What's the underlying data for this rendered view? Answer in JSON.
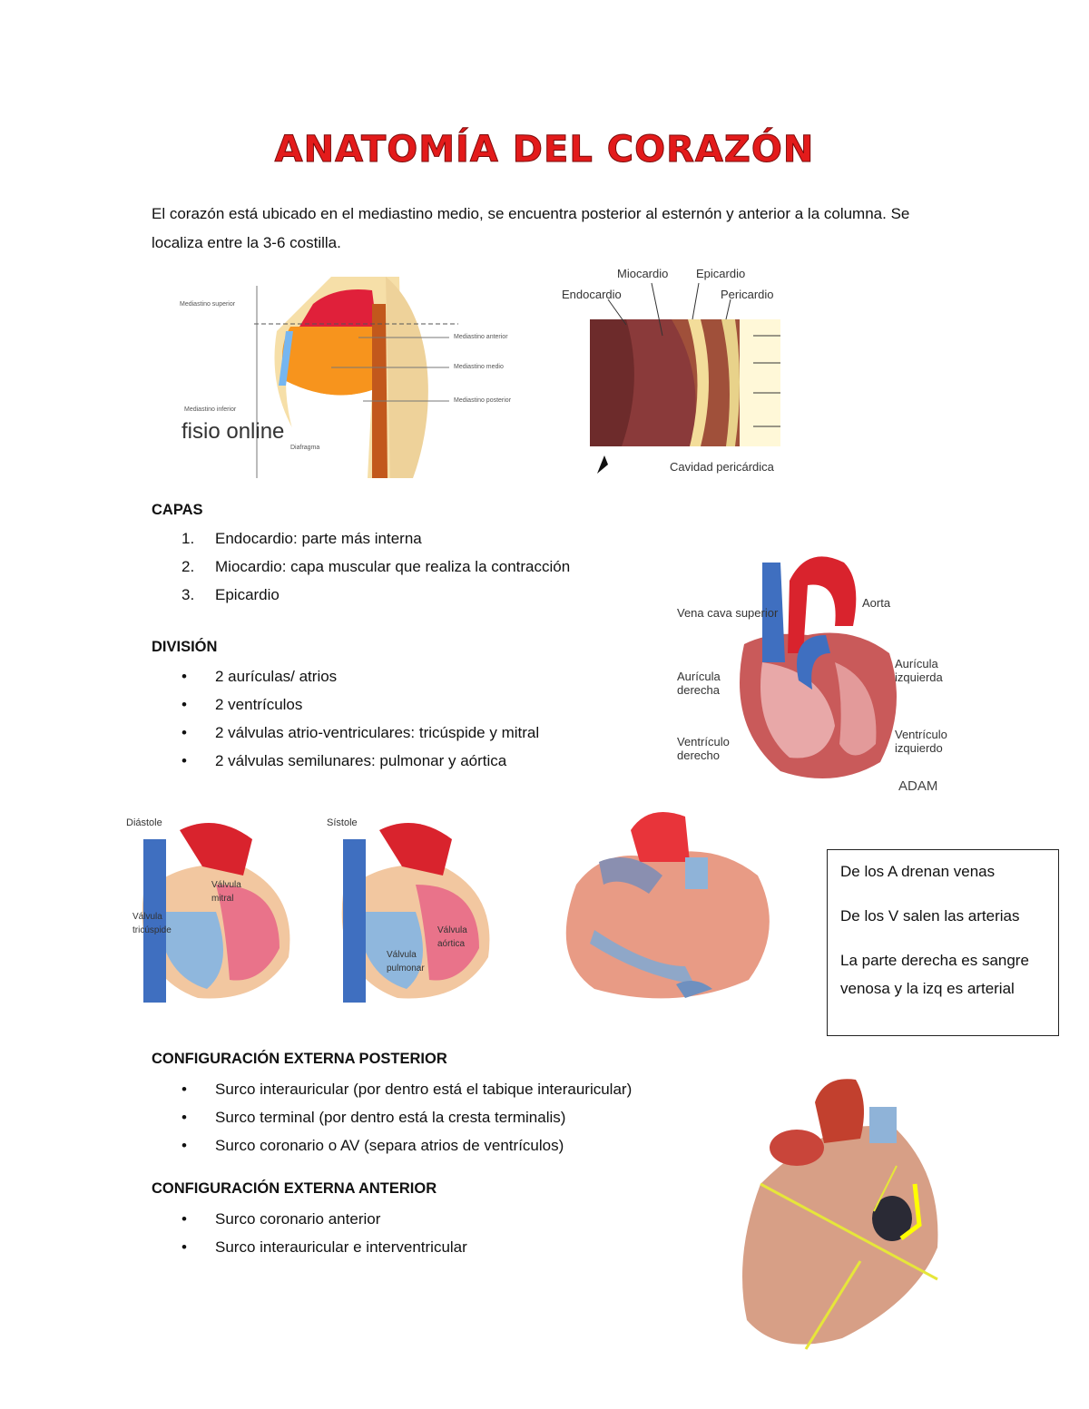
{
  "title": "ANATOMÍA DEL CORAZÓN",
  "intro": "El corazón está ubicado en el mediastino medio, se encuentra posterior al esternón y anterior a la columna.  Se localiza entre la 3-6 costilla.",
  "figure_mediastino": {
    "labels": [
      "Mediastino superior",
      "Mediastino inferior",
      "Mediastino anterior",
      "Mediastino medio",
      "Mediastino posterior",
      "Diafragma"
    ],
    "logo": "fisio online"
  },
  "figure_capas": {
    "labels": [
      "Miocardio",
      "Epicardio",
      "Endocardio",
      "Pericardio",
      "Cavidad pericárdica"
    ]
  },
  "capas": {
    "heading": "CAPAS",
    "items": [
      {
        "marker": "1.",
        "text": "Endocardio: parte más interna"
      },
      {
        "marker": "2.",
        "text": "Miocardio: capa muscular que realiza la contracción"
      },
      {
        "marker": "3.",
        "text": "Epicardio"
      }
    ]
  },
  "division": {
    "heading": "DIVISIÓN",
    "items": [
      "2 aurículas/ atrios",
      "2 ventrículos",
      "2 válvulas atrio-ventriculares: tricúspide y mitral",
      "2 válvulas semilunares: pulmonar y aórtica"
    ]
  },
  "figure_adam": {
    "labels": [
      "Vena cava superior",
      "Aorta",
      "Aurícula derecha",
      "Aurícula izquierda",
      "Ventrículo derecho",
      "Ventrículo izquierdo"
    ],
    "logo": "ADAM"
  },
  "figure_ciclo": {
    "diastole": {
      "title": "Diástole",
      "labels": [
        "Válvula mitral",
        "Válvula tricúspide"
      ]
    },
    "sistole": {
      "title": "Sístole",
      "labels": [
        "Válvula aórtica",
        "Válvula pulmonar"
      ]
    }
  },
  "note_box": {
    "lines": [
      "De los A drenan venas",
      "De los V salen las arterias",
      "La parte derecha es sangre venosa y la izq es arterial"
    ]
  },
  "posterior": {
    "heading": "CONFIGURACIÓN EXTERNA POSTERIOR",
    "items": [
      "Surco interauricular (por dentro está el tabique interauricular)",
      "Surco terminal (por dentro está la cresta terminalis)",
      "Surco coronario o AV (separa atrios de ventrículos)"
    ]
  },
  "anterior": {
    "heading": "CONFIGURACIÓN EXTERNA ANTERIOR",
    "items": [
      "Surco coronario anterior",
      "Surco interauricular e interventricular"
    ]
  },
  "colors": {
    "title": "#e31b1b",
    "artery": "#d9232d",
    "vein": "#3f6fc0"
  }
}
